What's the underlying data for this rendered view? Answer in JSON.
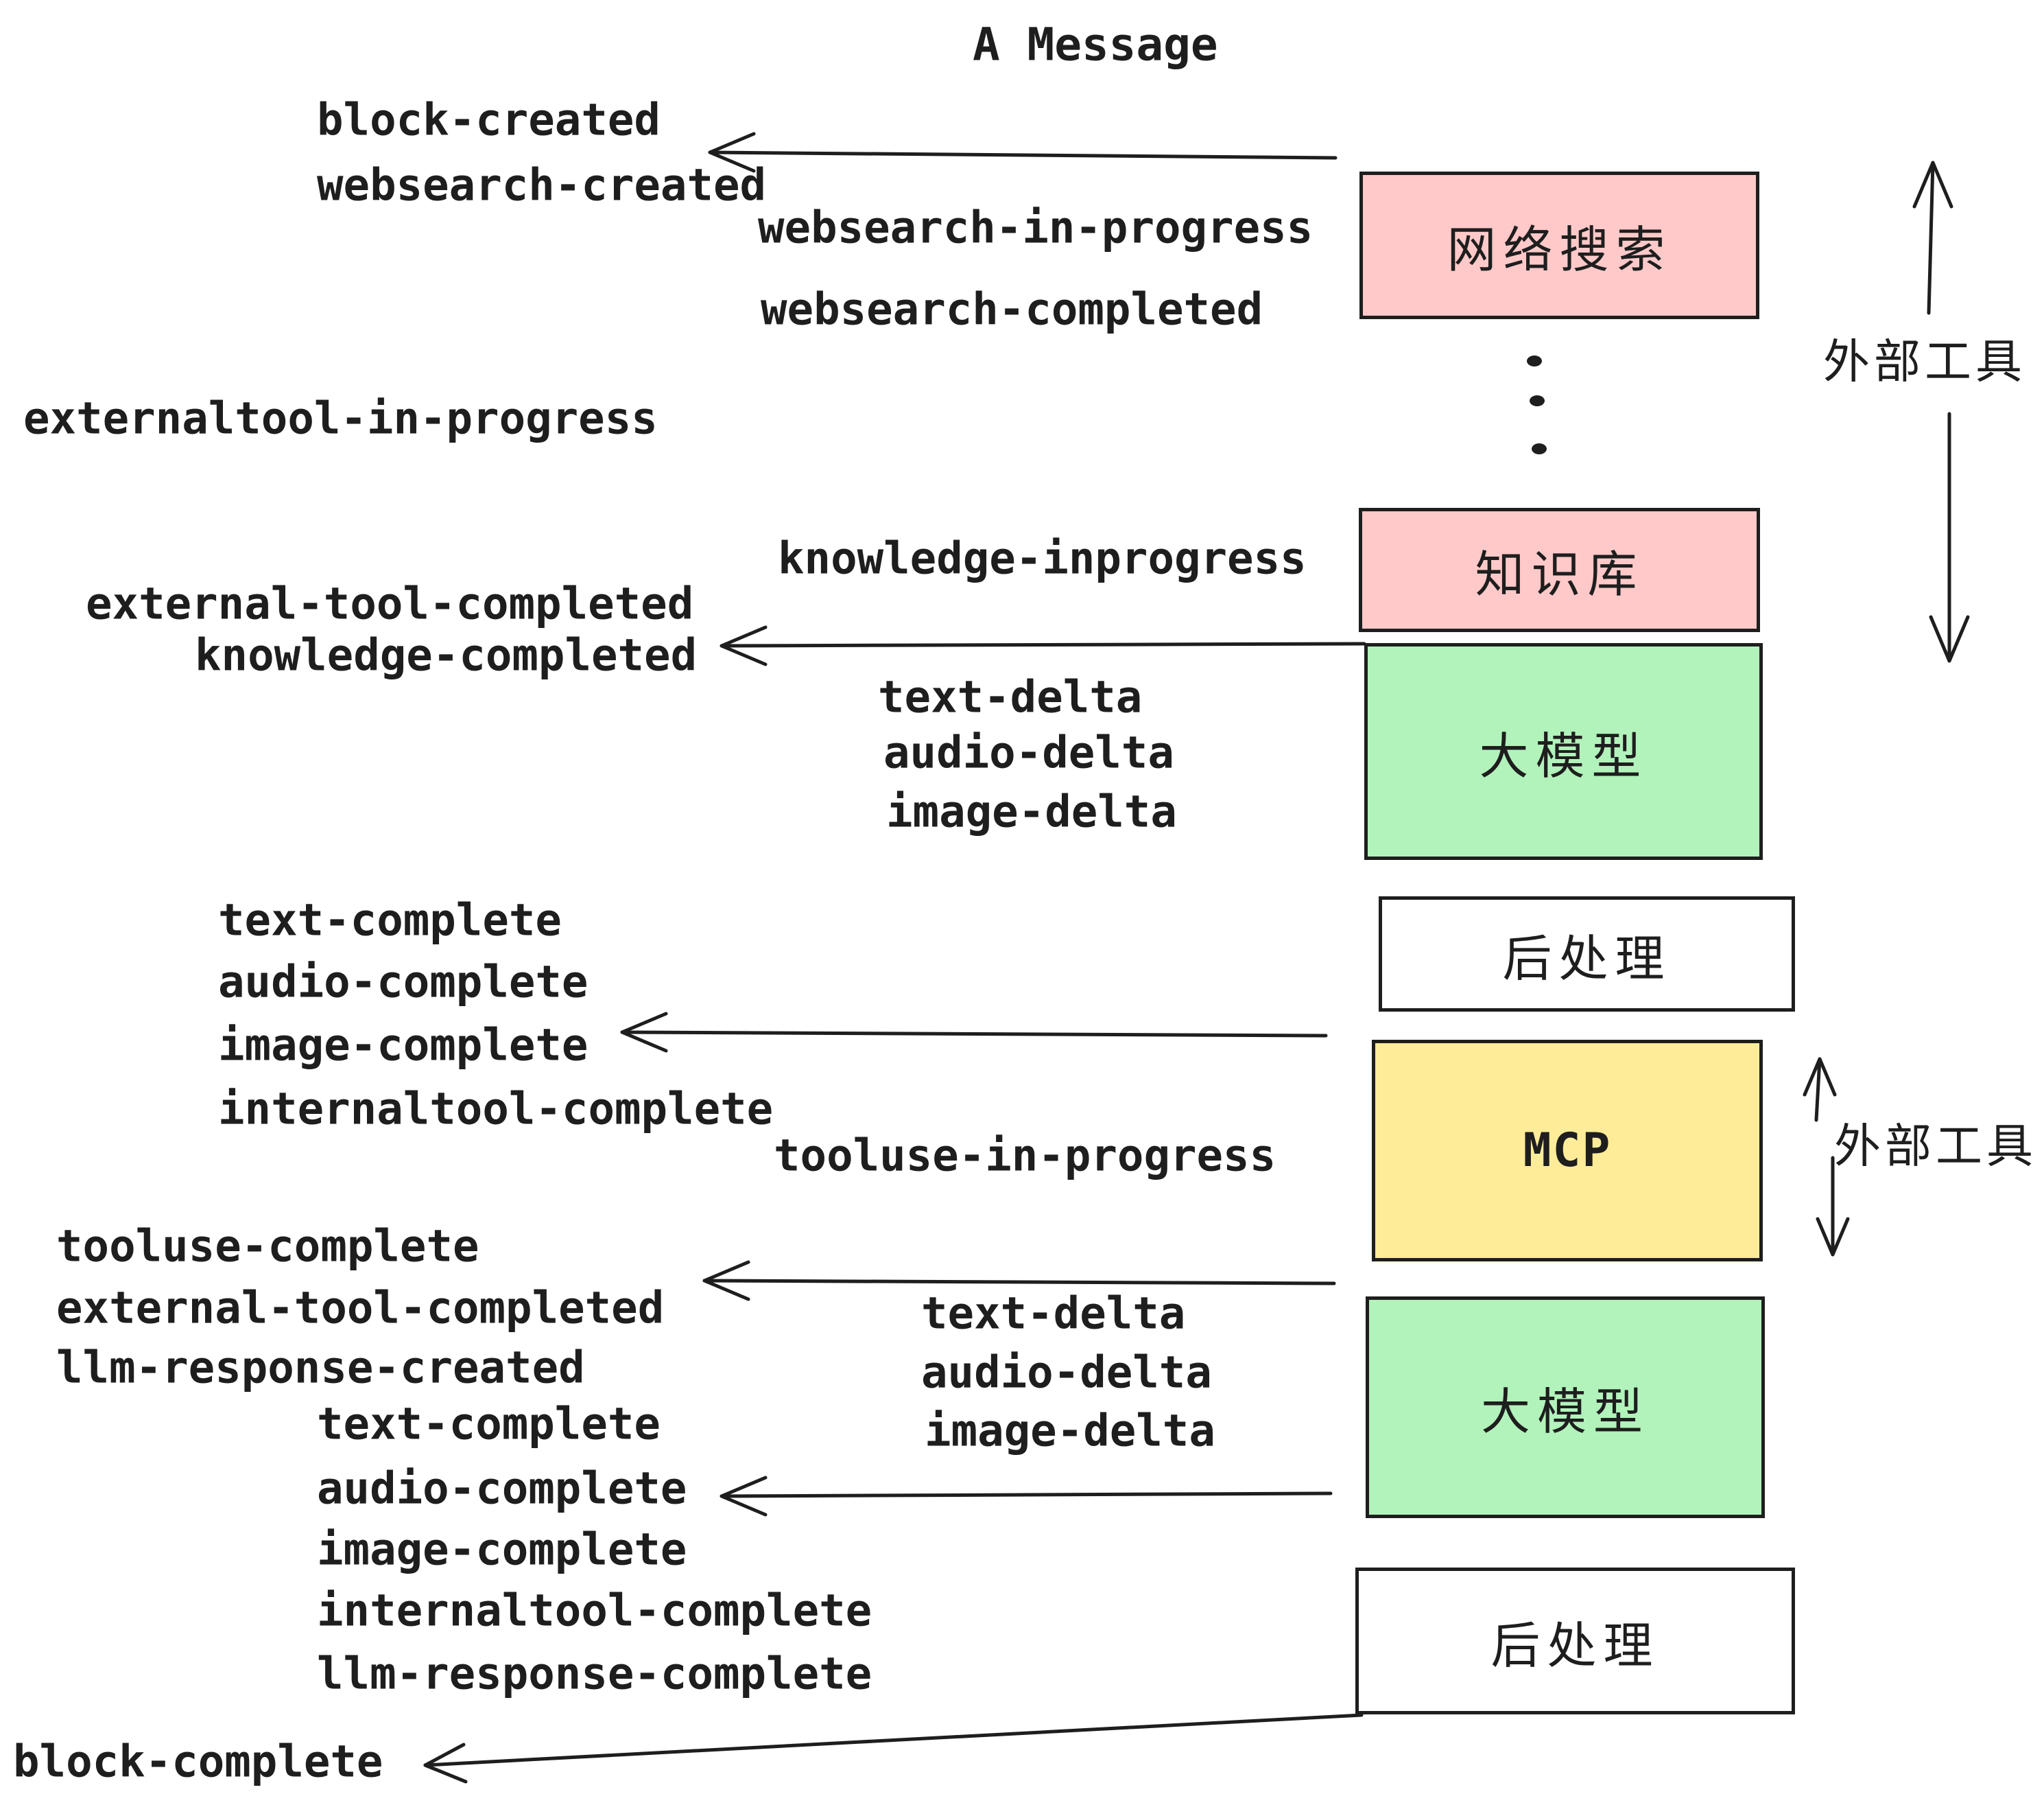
{
  "title": "A Message",
  "colors": {
    "ink": "#1e1e1e",
    "pink": "#ffc9c9",
    "green": "#b2f2bb",
    "yellow": "#ffec99",
    "white": "#ffffff",
    "background": "#ffffff"
  },
  "boxes": [
    {
      "id": "web-search",
      "label": "网络搜索",
      "fill": "#ffc9c9"
    },
    {
      "id": "knowledge-base",
      "label": "知识库",
      "fill": "#ffc9c9"
    },
    {
      "id": "llm-1",
      "label": "大模型",
      "fill": "#b2f2bb"
    },
    {
      "id": "post-process-1",
      "label": "后处理",
      "fill": "#ffffff"
    },
    {
      "id": "mcp",
      "label": "MCP",
      "fill": "#ffec99"
    },
    {
      "id": "llm-2",
      "label": "大模型",
      "fill": "#b2f2bb"
    },
    {
      "id": "post-process-2",
      "label": "后处理",
      "fill": "#ffffff"
    }
  ],
  "side_annotations": [
    {
      "id": "external-tools-top",
      "label": "外部工具"
    },
    {
      "id": "external-tools-bottom",
      "label": "外部工具"
    }
  ],
  "events": [
    {
      "id": "block-created",
      "label": "block-created"
    },
    {
      "id": "websearch-created",
      "label": "websearch-created"
    },
    {
      "id": "websearch-in-progress",
      "label": "websearch-in-progress"
    },
    {
      "id": "websearch-completed",
      "label": "websearch-completed"
    },
    {
      "id": "externaltool-in-progress",
      "label": "externaltool-in-progress"
    },
    {
      "id": "knowledge-inprogress",
      "label": "knowledge-inprogress"
    },
    {
      "id": "external-tool-completed-1",
      "label": "external-tool-completed"
    },
    {
      "id": "knowledge-completed",
      "label": "knowledge-completed"
    },
    {
      "id": "text-delta-1",
      "label": "text-delta"
    },
    {
      "id": "audio-delta-1",
      "label": "audio-delta"
    },
    {
      "id": "image-delta-1",
      "label": "image-delta"
    },
    {
      "id": "text-complete-1",
      "label": "text-complete"
    },
    {
      "id": "audio-complete-1",
      "label": "audio-complete"
    },
    {
      "id": "image-complete-1",
      "label": "image-complete"
    },
    {
      "id": "internaltool-complete-1",
      "label": "internaltool-complete"
    },
    {
      "id": "tooluse-in-progress",
      "label": "tooluse-in-progress"
    },
    {
      "id": "tooluse-complete",
      "label": "tooluse-complete"
    },
    {
      "id": "external-tool-completed-2",
      "label": "external-tool-completed"
    },
    {
      "id": "llm-response-created",
      "label": "llm-response-created"
    },
    {
      "id": "text-delta-2",
      "label": "text-delta"
    },
    {
      "id": "audio-delta-2",
      "label": "audio-delta"
    },
    {
      "id": "image-delta-2",
      "label": "image-delta"
    },
    {
      "id": "text-complete-2",
      "label": "text-complete"
    },
    {
      "id": "audio-complete-2",
      "label": "audio-complete"
    },
    {
      "id": "image-complete-2",
      "label": "image-complete"
    },
    {
      "id": "internaltool-complete-2",
      "label": "internaltool-complete"
    },
    {
      "id": "llm-response-complete",
      "label": "llm-response-complete"
    },
    {
      "id": "block-complete",
      "label": "block-complete"
    }
  ],
  "connections": [
    {
      "from": "web-search",
      "to": "block-created / websearch-created",
      "direction": "left"
    },
    {
      "from": "llm-1",
      "to": "knowledge-completed",
      "direction": "left"
    },
    {
      "from": "mcp",
      "to": "image-complete",
      "direction": "left"
    },
    {
      "from": "llm-2",
      "to": "external-tool-completed",
      "direction": "left"
    },
    {
      "from": "llm-2",
      "to": "audio-complete",
      "direction": "left"
    },
    {
      "from": "post-process-2",
      "to": "block-complete",
      "direction": "left"
    },
    {
      "from": "web-search",
      "to": "external-tools-top",
      "direction": "up-down"
    },
    {
      "from": "mcp",
      "to": "external-tools-bottom",
      "direction": "up-down"
    }
  ]
}
